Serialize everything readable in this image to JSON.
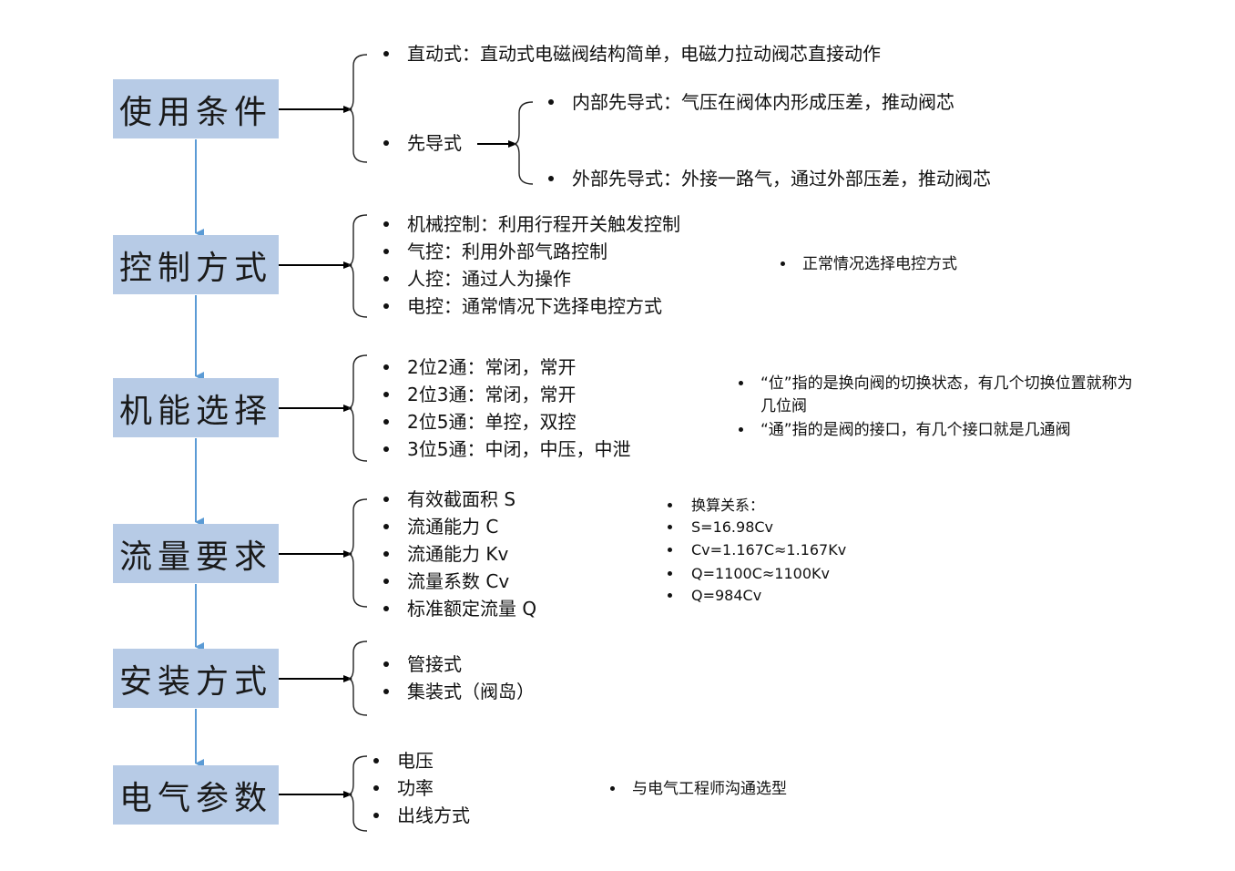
{
  "categories": [
    {
      "label": "使用条件"
    },
    {
      "label": "控制方式"
    },
    {
      "label": "机能选择"
    },
    {
      "label": "流量要求"
    },
    {
      "label": "安装方式"
    },
    {
      "label": "电气参数"
    }
  ],
  "usage": {
    "direct": "直动式：直动式电磁阀结构简单，电磁力拉动阀芯直接动作",
    "pilot": "先导式",
    "pilot_internal": "内部先导式：气压在阀体内形成压差，推动阀芯",
    "pilot_external": "外部先导式：外接一路气，通过外部压差，推动阀芯"
  },
  "control": {
    "items": [
      "机械控制：利用行程开关触发控制",
      "气控：利用外部气路控制",
      "人控：通过人为操作",
      "电控：通常情况下选择电控方式"
    ],
    "note": "正常情况选择电控方式"
  },
  "function": {
    "items": [
      "2位2通：常闭，常开",
      "2位3通：常闭，常开",
      "2位5通：单控，双控",
      "3位5通：中闭，中压，中泄"
    ],
    "notes": [
      "“位”指的是换向阀的切换状态，有几个切换位置就称为几位阀",
      "“通”指的是阀的接口，有几个接口就是几通阀"
    ]
  },
  "flow": {
    "items": [
      "有效截面积 S",
      "流通能力 C",
      "流通能力 Kv",
      "流量系数 Cv",
      "标准额定流量 Q"
    ],
    "notes": [
      "换算关系：",
      "S=16.98Cv",
      "Cv=1.167C≈1.167Kv",
      "Q=1100C≈1100Kv",
      "Q=984Cv"
    ]
  },
  "install": {
    "items": [
      "管接式",
      "集装式（阀岛）"
    ]
  },
  "electrical": {
    "items": [
      "电压",
      "功率",
      "出线方式"
    ],
    "note": "与电气工程师沟通选型"
  },
  "colors": {
    "box_fill": "#b7cbe6",
    "connector_blue": "#5b9bd5",
    "arrow_black": "#000000"
  }
}
